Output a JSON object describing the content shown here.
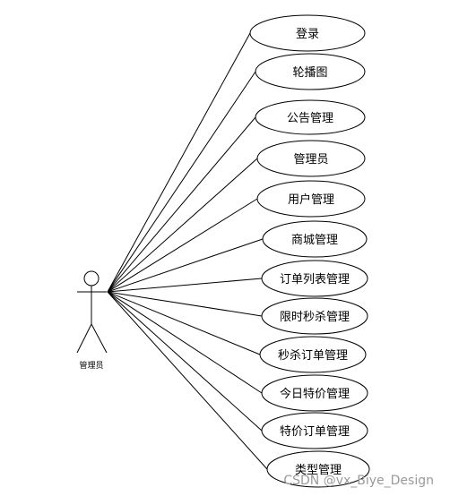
{
  "actor": {
    "label": "管理员"
  },
  "use_cases": [
    "登录",
    "轮播图",
    "公告管理",
    "管理员",
    "用户管理",
    "商城管理",
    "订单列表管理",
    "限时秒杀管理",
    "秒杀订单管理",
    "今日特价管理",
    "特价订单管理",
    "类型管理"
  ],
  "watermark": "CSDN @vx_Biye_Design"
}
